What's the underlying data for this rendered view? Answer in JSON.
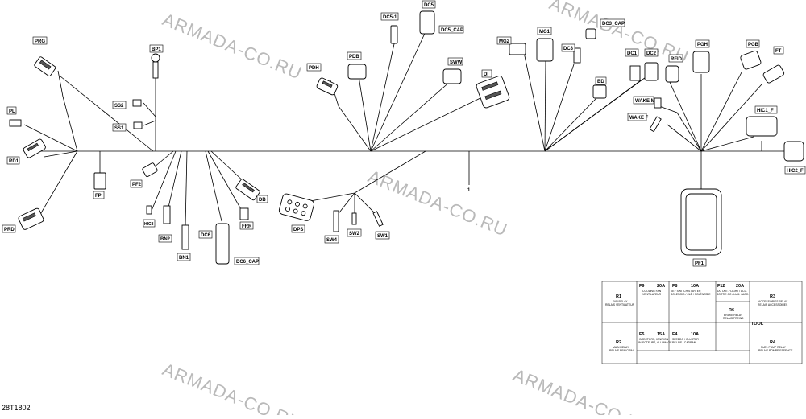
{
  "watermark": "ARMADA-CO.RU",
  "reference_number": "28T1802",
  "harness_item": "1",
  "connectors": {
    "prg": "PRG",
    "pl": "PL",
    "rd1": "RD1",
    "prd": "PRD",
    "fp": "FP",
    "bp1": "BP1",
    "ss2": "SS2",
    "ss1": "SS1",
    "pf2": "PF2",
    "hic8": "HIC8",
    "bn2": "BN2",
    "bn1": "BN1",
    "dc6": "DC6",
    "dc6_cap": "DC6_CAP",
    "db": "DB",
    "frr": "FRR",
    "dps": "DPS",
    "sw4": "SW4",
    "sw2": "SW2",
    "sw1": "SW1",
    "pdh": "PDH",
    "pdb": "PDB",
    "dc5_1": "DC5-1",
    "dc5": "DC5",
    "dc5_cap": "DC5_CAP",
    "sww": "SWW",
    "di": "DI",
    "mg2": "MG2",
    "mg1": "MG1",
    "dc3": "DC3",
    "dc3_cap": "DC3_CAP",
    "bd": "BD",
    "dc1": "DC1",
    "dc2": "DC2",
    "rfid": "RFID",
    "wake_m": "WAKE M",
    "wake_f": "WAKE F",
    "pgh": "PGH",
    "pgb": "PGB",
    "ft": "FT",
    "hic1_f": "HIC1_F",
    "hic2_f": "HIC2_F",
    "pf1": "PF1"
  },
  "fuse_panel": {
    "r1": {
      "id": "R1",
      "desc1": "FAN RELAY",
      "desc2": "RELAIS VENTILATEUR"
    },
    "r2": {
      "id": "R2",
      "desc1": "MAIN RELAY",
      "desc2": "RELAIS PRINCIPAL"
    },
    "r3": {
      "id": "R3",
      "desc1": "ACCESSORIES RELAY",
      "desc2": "RELAIS ACCESSOIRES"
    },
    "r4": {
      "id": "R4",
      "desc1": "FUEL PUMP RELAY",
      "desc2": "RELAIS POMPE ESSENCE"
    },
    "r6": {
      "id": "R6",
      "desc1": "BRAKE RELAY",
      "desc2": "RELAIS FREINS"
    },
    "f9": {
      "id": "F9",
      "amp": "20A",
      "desc1": "COOLING FAN",
      "desc2": "VENTILATEUR"
    },
    "f8": {
      "id": "F8",
      "amp": "10A",
      "desc1": "KEY SWITCH/STARTER",
      "desc2": "SOLENOID / CLÉ / SOLÉNOÏDE"
    },
    "f12": {
      "id": "F12",
      "amp": "20A",
      "desc1": "DC OUT. / LIGHT / ACC.",
      "desc2": "SORTIE CC / LUM. / ACC."
    },
    "f5": {
      "id": "F5",
      "amp": "15A",
      "desc1": "INJECTORS, IGNITION",
      "desc2": "INJECTEURS, ALLUMAGE"
    },
    "f4": {
      "id": "F4",
      "amp": "10A",
      "desc1": "SPEEDO / CLUSTER",
      "desc2": "RELAIS / CADRAN"
    },
    "tool": "TOOL"
  }
}
